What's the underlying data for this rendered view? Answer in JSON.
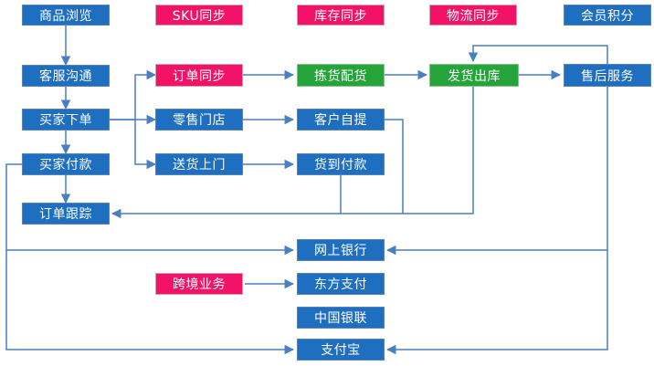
{
  "colors": {
    "blue": "#1e6fc0",
    "pink": "#f21366",
    "green": "#25a43a",
    "connector": "#4a7fc1"
  },
  "nodes": {
    "browse": "商品浏览",
    "service": "客服沟通",
    "buyer_order": "买家下单",
    "buyer_pay": "买家付款",
    "order_track": "订单跟踪",
    "sku_sync": "SKU同步",
    "stock_sync": "库存同步",
    "logistics_sync": "物流同步",
    "member_points": "会员积分",
    "order_sync": "订单同步",
    "retail_store": "零售门店",
    "home_delivery": "送货上门",
    "pick_match": "拣货配货",
    "self_pickup": "客户自提",
    "cod": "货到付款",
    "ship_out": "发货出库",
    "after_sales": "售后服务",
    "online_bank": "网上银行",
    "cross_border": "跨境业务",
    "east_pay": "东方支付",
    "unionpay": "中国银联",
    "alipay": "支付宝"
  }
}
